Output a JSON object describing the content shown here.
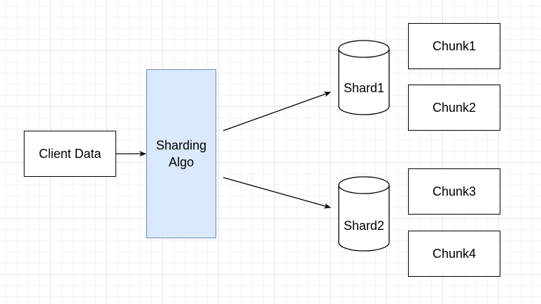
{
  "nodes": {
    "client": {
      "label": "Client Data"
    },
    "algo": {
      "label_line1": "Sharding",
      "label_line2": "Algo"
    },
    "shard1": {
      "label": "Shard1"
    },
    "shard2": {
      "label": "Shard2"
    },
    "chunk1": {
      "label": "Chunk1"
    },
    "chunk2": {
      "label": "Chunk2"
    },
    "chunk3": {
      "label": "Chunk3"
    },
    "chunk4": {
      "label": "Chunk4"
    }
  },
  "edges": [
    {
      "from": "client",
      "to": "algo"
    },
    {
      "from": "algo",
      "to": "shard1"
    },
    {
      "from": "algo",
      "to": "shard2"
    }
  ],
  "colors": {
    "algo_fill": "#dae8fc",
    "algo_stroke": "#6c8ebf",
    "stroke": "#000000"
  }
}
